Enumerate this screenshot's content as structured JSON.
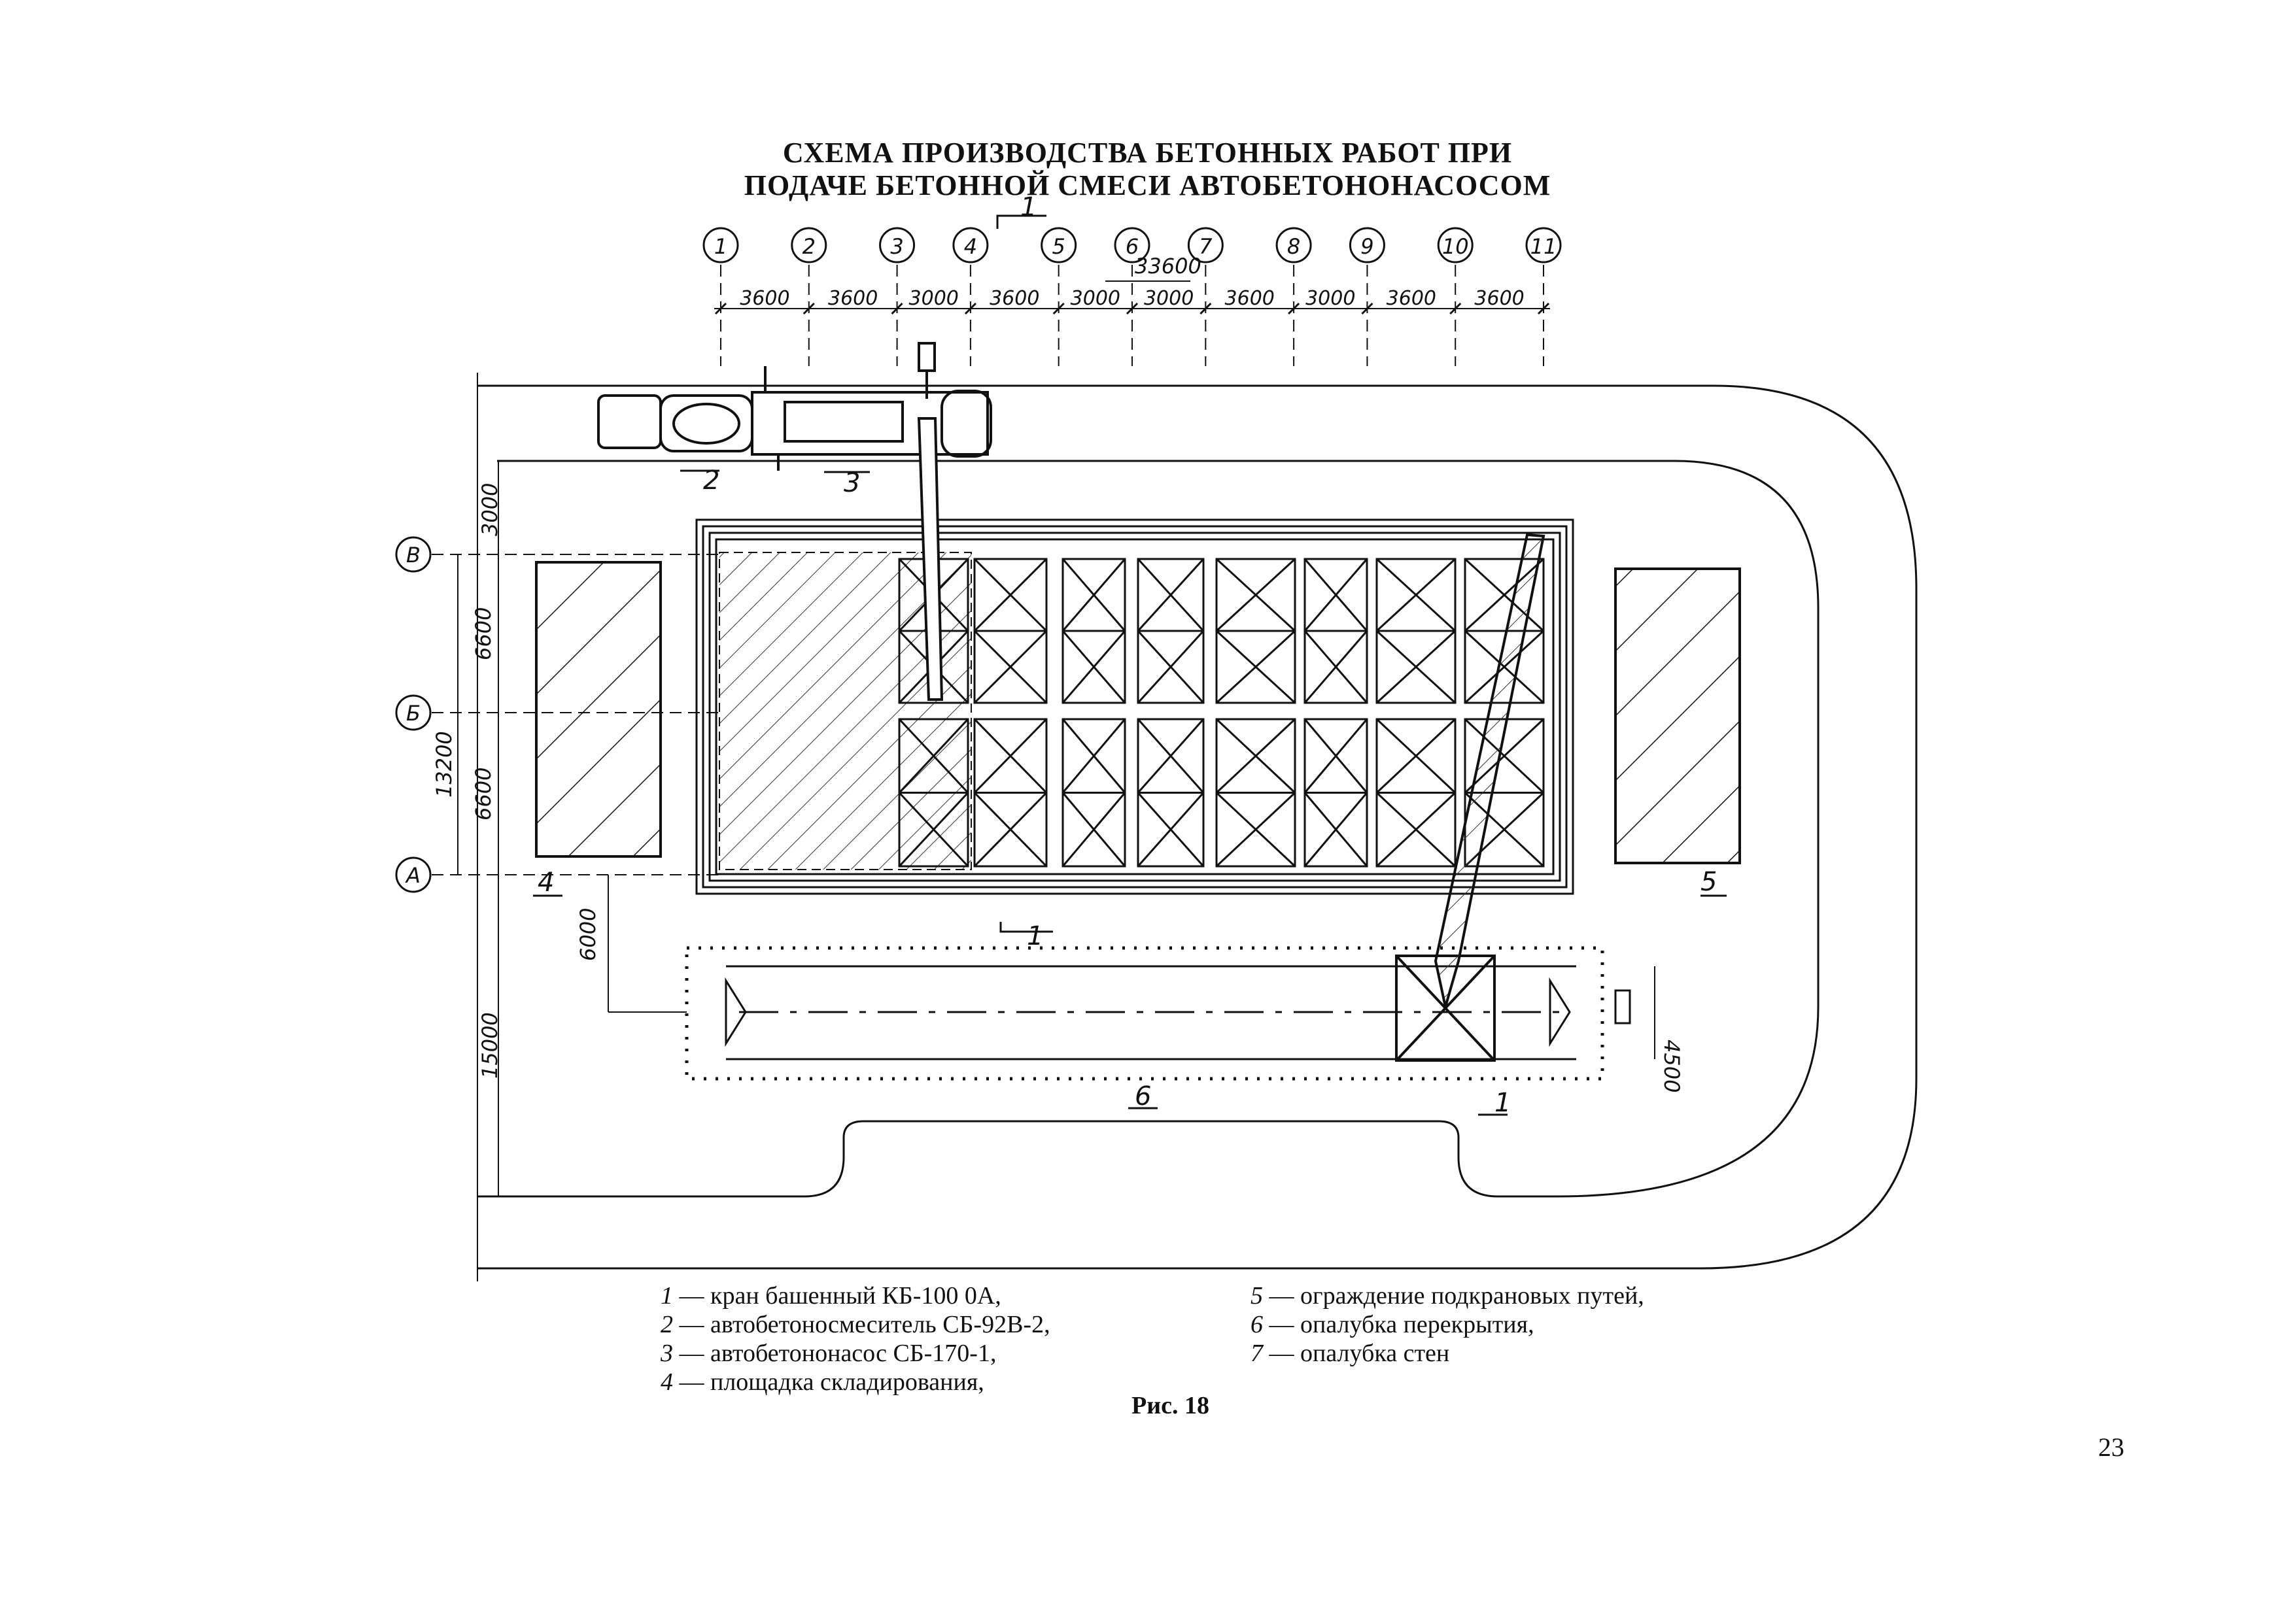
{
  "title": {
    "line1": "СХЕМА ПРОИЗВОДСТВА БЕТОННЫХ РАБОТ ПРИ",
    "line2": "ПОДАЧЕ БЕТОННОЙ СМЕСИ АВТОБЕТОНОНАСОСОМ"
  },
  "axes_numeric": [
    "1",
    "2",
    "3",
    "4",
    "5",
    "6",
    "7",
    "8",
    "9",
    "10",
    "11"
  ],
  "axes_letter": [
    "В",
    "Б",
    "А"
  ],
  "spans": [
    "3600",
    "3600",
    "3000",
    "3600",
    "3000",
    "3000",
    "3600",
    "3000",
    "3600",
    "3600"
  ],
  "total_length": "33600",
  "dims_left": {
    "top": "3000",
    "bay1": "6600",
    "total": "13200",
    "bay2": "6600",
    "gap": "6000",
    "lower": "15000"
  },
  "dim_crane_track": "4500",
  "section_mark": "1",
  "callouts": {
    "c1": "1",
    "c2": "2",
    "c3": "3",
    "c4": "4",
    "c5": "5",
    "c6": "6"
  },
  "legend_left": [
    {
      "num": "1",
      "text": " — кран башенный КБ-100 0А,"
    },
    {
      "num": "2",
      "text": " — автобетоносмеситель СБ-92В-2,"
    },
    {
      "num": "3",
      "text": " — автобетононасос СБ-170-1,"
    },
    {
      "num": "4",
      "text": " — площадка складирования,"
    }
  ],
  "legend_right": [
    {
      "num": "5",
      "text": " — ограждение подкрановых путей,"
    },
    {
      "num": "6",
      "text": " — опалубка перекрытия,"
    },
    {
      "num": "7",
      "text": " — опалубка стен"
    }
  ],
  "figure_caption": "Рис. 18",
  "page_number": "23"
}
